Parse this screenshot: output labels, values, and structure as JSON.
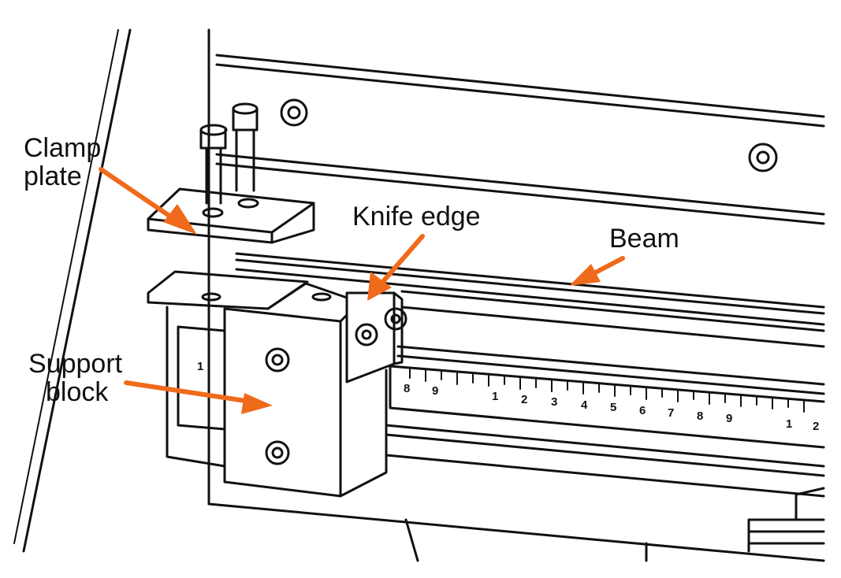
{
  "diagram": {
    "labels": {
      "clamp_plate": [
        "Clamp",
        "plate"
      ],
      "knife_edge": "Knife edge",
      "beam": "Beam",
      "support_block": [
        "Support",
        "block"
      ]
    },
    "scale_tick_labels": [
      "8",
      "9",
      "1",
      "2",
      "3",
      "4",
      "5",
      "6",
      "7",
      "8",
      "9",
      "1",
      "2"
    ],
    "small_scale_tick_label": "1",
    "colors": {
      "arrow": "#f06a1c",
      "line": "#111111",
      "background": "#ffffff"
    }
  }
}
